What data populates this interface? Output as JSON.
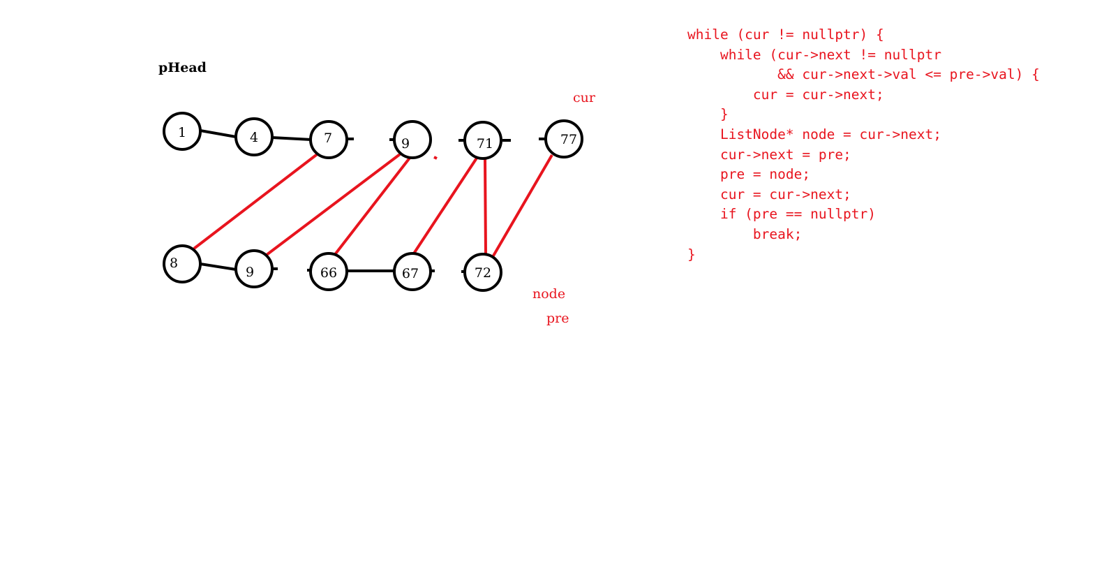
{
  "diagram": {
    "head_label": "pHead",
    "pointer_labels": {
      "cur": "cur",
      "node": "node",
      "pre": "pre"
    },
    "top_row": [
      "1",
      "4",
      "7",
      "9",
      "71",
      "77"
    ],
    "bottom_row": [
      "8",
      "9",
      "66",
      "67",
      "72"
    ],
    "colors": {
      "original_links": "#000000",
      "reordered_links": "#e8141e",
      "labels": "#e8141e"
    }
  },
  "code": {
    "lines": [
      "while (cur != nullptr) {",
      "    while (cur->next != nullptr",
      "           && cur->next->val <= pre->val) {",
      "        cur = cur->next;",
      "    }",
      "    ListNode* node = cur->next;",
      "    cur->next = pre;",
      "    pre = node;",
      "    cur = cur->next;",
      "    if (pre == nullptr)",
      "        break;",
      "}"
    ]
  }
}
